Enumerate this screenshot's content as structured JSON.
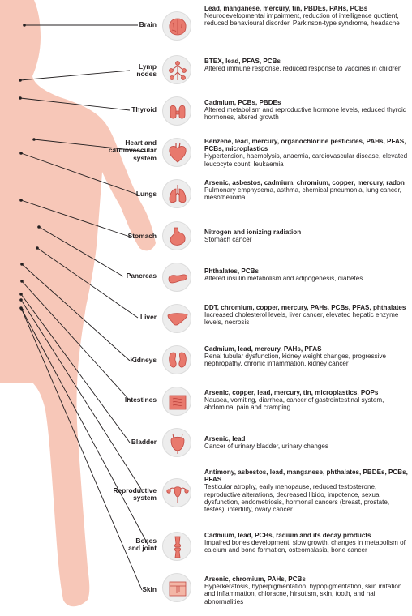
{
  "colors": {
    "body_fill": "#f7c7b8",
    "leader_line": "#231f20",
    "icon_background": "#ededed",
    "organ_fill": "#e8796d",
    "organ_stroke": "#c24a43"
  },
  "organs": [
    {
      "label": "Brain",
      "icon": "brain-icon",
      "agents": "Lead, manganese, mercury, tin, PBDEs, PAHs, PCBs",
      "effects": "Neurodevelopmental impairment, reduction of intelligence quotient, reduced behavioural disorder, Parkinson-type syndrome, headache"
    },
    {
      "label": "Lymp nodes",
      "icon": "lymph-nodes-icon",
      "agents": "BTEX, lead, PFAS, PCBs",
      "effects": "Altered immune response, reduced response to vaccines in children"
    },
    {
      "label": "Thyroid",
      "icon": "thyroid-icon",
      "agents": "Cadmium, PCBs, PBDEs",
      "effects": "Altered metabolism and reproductive hormone levels, reduced thyroid hormones, altered growth"
    },
    {
      "label": "Heart and cardiovascular system",
      "icon": "heart-icon",
      "agents": "Benzene, lead, mercury, organochlorine pesticides, PAHs, PFAS, PCBs, microplastics",
      "effects": "Hypertension, haemolysis, anaemia, cardiovascular disease, elevated leucocyte count, leukaemia"
    },
    {
      "label": "Lungs",
      "icon": "lungs-icon",
      "agents": "Arsenic, asbestos, cadmium, chromium, copper, mercury, radon",
      "effects": "Pulmonary emphysema, asthma, chemical pneumonia, lung cancer, mesothelioma"
    },
    {
      "label": "Stomach",
      "icon": "stomach-icon",
      "agents": "Nitrogen and ionizing radiation",
      "effects": "Stomach cancer"
    },
    {
      "label": "Pancreas",
      "icon": "pancreas-icon",
      "agents": "Phthalates, PCBs",
      "effects": "Altered insulin metabolism and adipogenesis, diabetes"
    },
    {
      "label": "Liver",
      "icon": "liver-icon",
      "agents": "DDT, chromium, copper, mercury, PAHs, PCBs, PFAS, phthalates",
      "effects": "Increased cholesterol levels, liver cancer, elevated hepatic enzyme levels, necrosis"
    },
    {
      "label": "Kidneys",
      "icon": "kidneys-icon",
      "agents": "Cadmium, lead, mercury, PAHs, PFAS",
      "effects": "Renal tubular dysfunction, kidney weight changes, progressive nephropathy, chronic inflammation, kidney cancer"
    },
    {
      "label": "Intestines",
      "icon": "intestines-icon",
      "agents": "Arsenic, copper, lead, mercury, tin, microplastics, POPs",
      "effects": "Nausea, vomiting, diarrhea, cancer of gastrointestinal system, abdominal pain and cramping"
    },
    {
      "label": "Bladder",
      "icon": "bladder-icon",
      "agents": "Arsenic, lead",
      "effects": "Cancer of urinary bladder, urinary changes"
    },
    {
      "label": "Reproductive system",
      "icon": "reproductive-system-icon",
      "agents": "Antimony, asbestos, lead, manganese, phthalates, PBDEs, PCBs, PFAS",
      "effects": "Testicular atrophy, early menopause, reduced testosterone, reproductive alterations, decreased libido, impotence, sexual dysfunction, endometriosis, hormonal cancers (breast, prostate, testes), infertility, ovary cancer"
    },
    {
      "label": "Bones and joint",
      "icon": "bones-joint-icon",
      "agents": "Cadmium, lead, PCBs, radium and its decay products",
      "effects": "Impaired bones development, slow growth, changes in metabolism of calcium and bone formation, osteomalasia, bone cancer"
    },
    {
      "label": "Skin",
      "icon": "skin-icon",
      "agents": "Arsenic, chromium, PAHs, PCBs",
      "effects": "Hyperkeratosis, hyperpigmentation, hypopigmentation, skin irritation and inflammation, chloracne, hirsutism, skin, tooth, and nail abnormalities"
    }
  ]
}
